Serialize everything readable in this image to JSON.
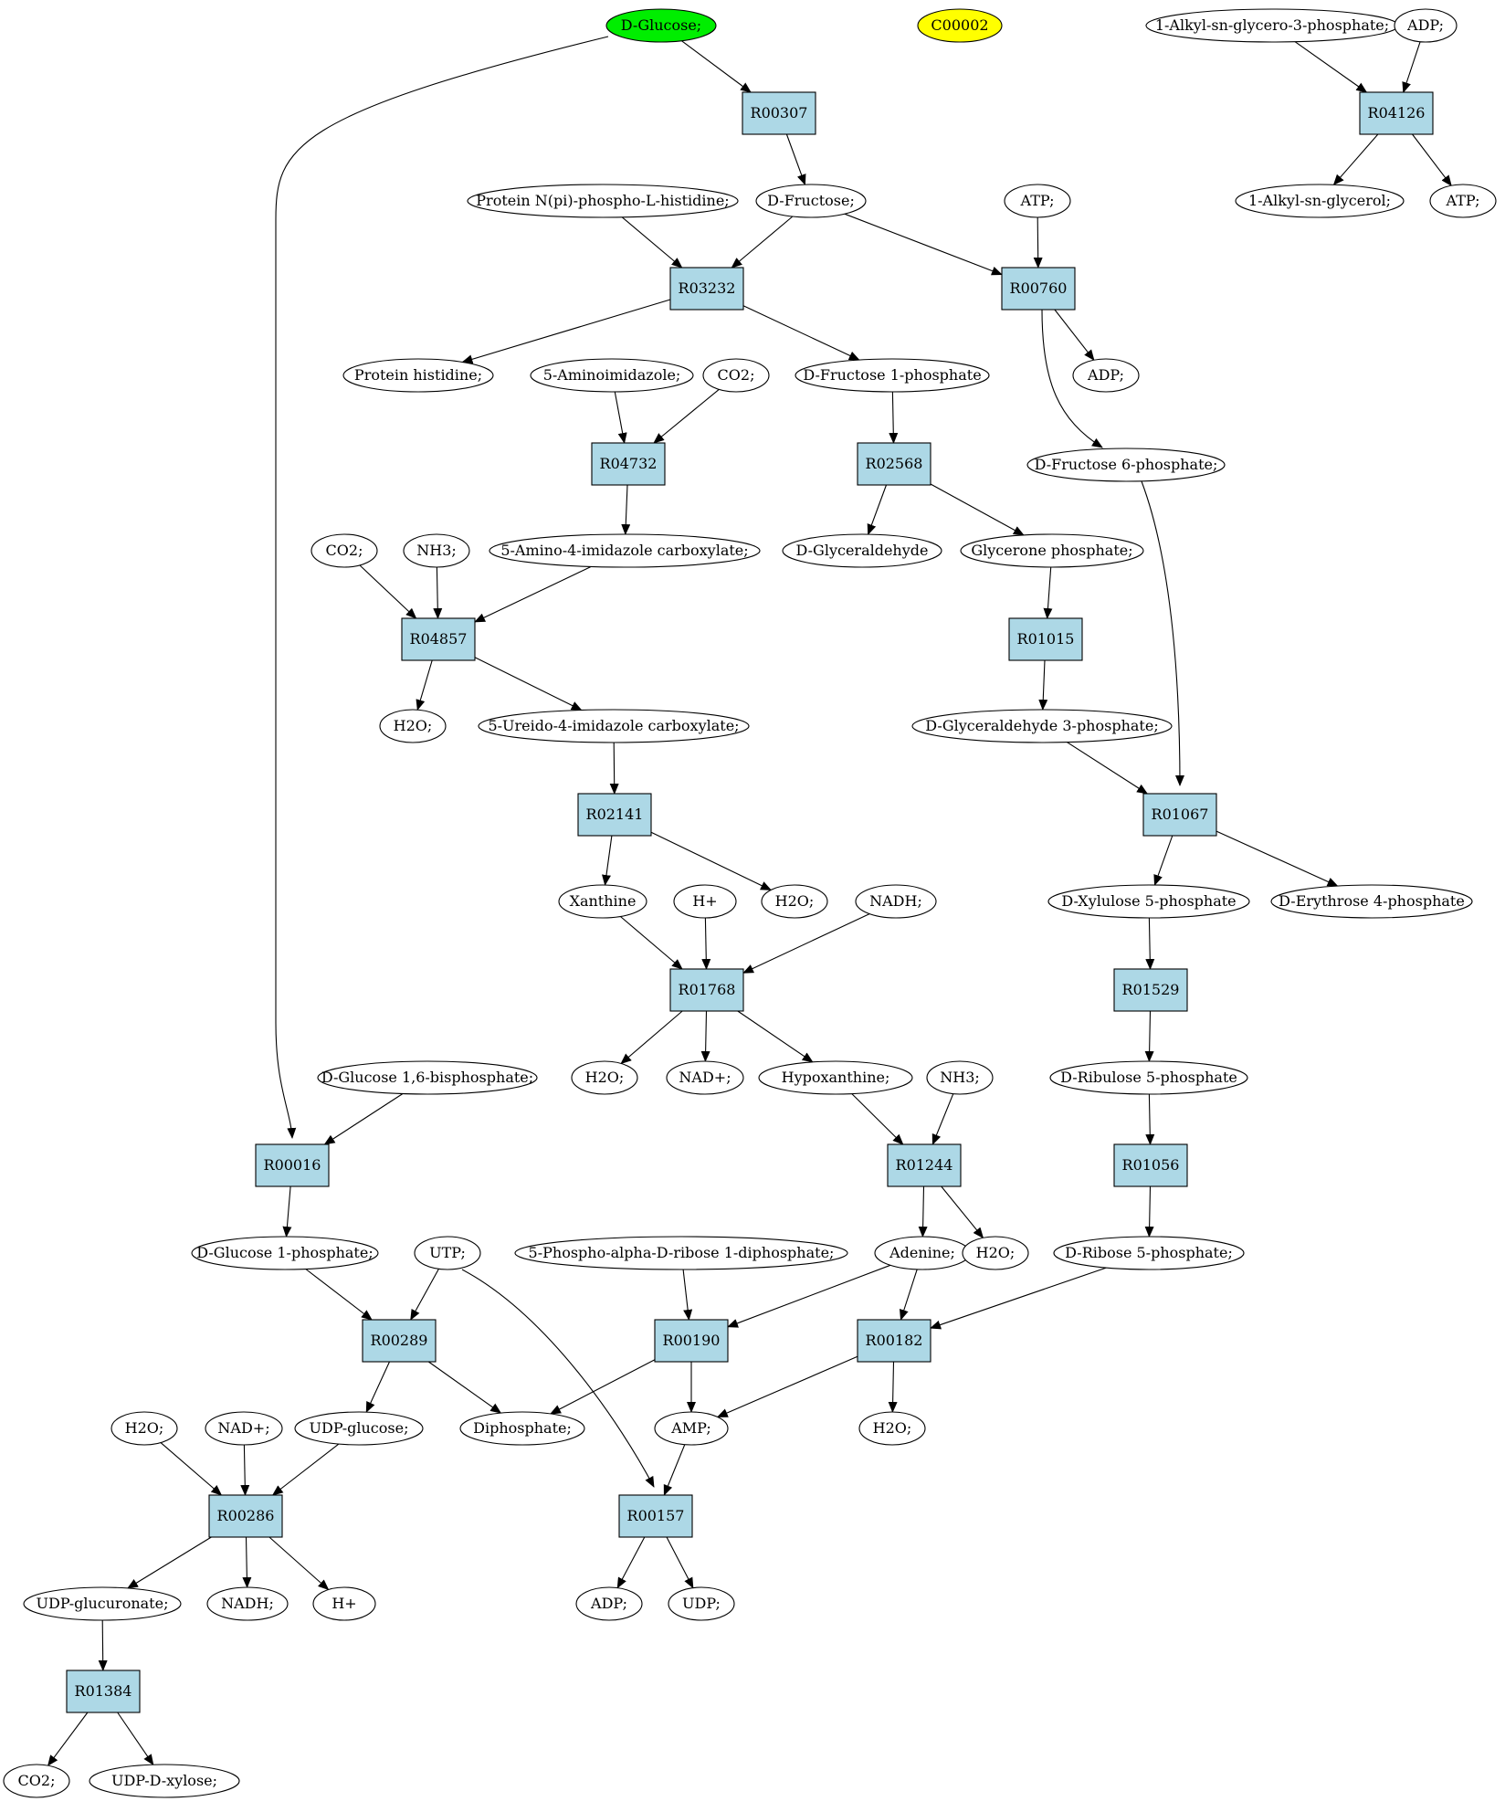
{
  "colors": {
    "highlight_compound": "#00ee00",
    "query_compound": "#ffff00",
    "reaction_fill": "#add8e6",
    "compound_fill": "#ffffff",
    "stroke": "#000000"
  },
  "compounds": [
    {
      "id": "c_dglucose",
      "label": "D-Glucose;",
      "style": "highlight"
    },
    {
      "id": "c_c00002",
      "label": "C00002",
      "style": "query"
    },
    {
      "id": "c_alkylsn",
      "label": "1-Alkyl-sn-glycero-3-phosphate;"
    },
    {
      "id": "c_adp_top",
      "label": "ADP;"
    },
    {
      "id": "c_protnpi",
      "label": "Protein N(pi)-phospho-L-histidine;"
    },
    {
      "id": "c_dfructose",
      "label": "D-Fructose;"
    },
    {
      "id": "c_atp_a",
      "label": "ATP;"
    },
    {
      "id": "c_alkylglycerol",
      "label": "1-Alkyl-sn-glycerol;"
    },
    {
      "id": "c_atp_b",
      "label": "ATP;"
    },
    {
      "id": "c_prothis",
      "label": "Protein histidine;"
    },
    {
      "id": "c_5aminoimid",
      "label": "5-Aminoimidazole;"
    },
    {
      "id": "c_co2_a",
      "label": "CO2;"
    },
    {
      "id": "c_dfru1p",
      "label": "D-Fructose 1-phosphate"
    },
    {
      "id": "c_adp_a",
      "label": "ADP;"
    },
    {
      "id": "c_dfru6p",
      "label": "D-Fructose 6-phosphate;"
    },
    {
      "id": "c_co2_b",
      "label": "CO2;"
    },
    {
      "id": "c_nh3_a",
      "label": "NH3;"
    },
    {
      "id": "c_5amino4",
      "label": "5-Amino-4-imidazole carboxylate;"
    },
    {
      "id": "c_dglyceraldehyde",
      "label": "D-Glyceraldehyde"
    },
    {
      "id": "c_glyceronep",
      "label": "Glycerone phosphate;"
    },
    {
      "id": "c_h2o_a",
      "label": "H2O;"
    },
    {
      "id": "c_5ureido",
      "label": "5-Ureido-4-imidazole carboxylate;"
    },
    {
      "id": "c_dgly3p",
      "label": "D-Glyceraldehyde 3-phosphate;"
    },
    {
      "id": "c_xanthine",
      "label": "Xanthine"
    },
    {
      "id": "c_hplus_a",
      "label": "H+"
    },
    {
      "id": "c_h2o_b",
      "label": "H2O;"
    },
    {
      "id": "c_nadh_a",
      "label": "NADH;"
    },
    {
      "id": "c_dxyl5p",
      "label": "D-Xylulose 5-phosphate"
    },
    {
      "id": "c_dery4p",
      "label": "D-Erythrose 4-phosphate"
    },
    {
      "id": "c_h2o_c",
      "label": "H2O;"
    },
    {
      "id": "c_nadplus_a",
      "label": "NAD+;"
    },
    {
      "id": "c_hypoxanthine",
      "label": "Hypoxanthine;"
    },
    {
      "id": "c_nh3_b",
      "label": "NH3;"
    },
    {
      "id": "c_dglc16bp",
      "label": "D-Glucose 1,6-bisphosphate;"
    },
    {
      "id": "c_dribu5p",
      "label": "D-Ribulose 5-phosphate"
    },
    {
      "id": "c_dglc1p",
      "label": "D-Glucose 1-phosphate;"
    },
    {
      "id": "c_utp",
      "label": "UTP;"
    },
    {
      "id": "c_prpp",
      "label": "5-Phospho-alpha-D-ribose 1-diphosphate;"
    },
    {
      "id": "c_adenine",
      "label": "Adenine;"
    },
    {
      "id": "c_h2o_d",
      "label": "H2O;"
    },
    {
      "id": "c_drib5p",
      "label": "D-Ribose 5-phosphate;"
    },
    {
      "id": "c_h2o_e",
      "label": "H2O;"
    },
    {
      "id": "c_nadplus_b",
      "label": "NAD+;"
    },
    {
      "id": "c_udpglucose",
      "label": "UDP-glucose;"
    },
    {
      "id": "c_diphosphate",
      "label": "Diphosphate;"
    },
    {
      "id": "c_amp",
      "label": "AMP;"
    },
    {
      "id": "c_h2o_f",
      "label": "H2O;"
    },
    {
      "id": "c_udpglucuronate",
      "label": "UDP-glucuronate;"
    },
    {
      "id": "c_nadh_b",
      "label": "NADH;"
    },
    {
      "id": "c_hplus_b",
      "label": "H+"
    },
    {
      "id": "c_adp_b",
      "label": "ADP;"
    },
    {
      "id": "c_udp",
      "label": "UDP;"
    },
    {
      "id": "c_co2_c",
      "label": "CO2;"
    },
    {
      "id": "c_udpxylose",
      "label": "UDP-D-xylose;"
    }
  ],
  "reactions": [
    {
      "id": "r_R00307",
      "label": "R00307"
    },
    {
      "id": "r_R04126",
      "label": "R04126"
    },
    {
      "id": "r_R03232",
      "label": "R03232"
    },
    {
      "id": "r_R00760",
      "label": "R00760"
    },
    {
      "id": "r_R04732",
      "label": "R04732"
    },
    {
      "id": "r_R02568",
      "label": "R02568"
    },
    {
      "id": "r_R04857",
      "label": "R04857"
    },
    {
      "id": "r_R01015",
      "label": "R01015"
    },
    {
      "id": "r_R02141",
      "label": "R02141"
    },
    {
      "id": "r_R01067",
      "label": "R01067"
    },
    {
      "id": "r_R01768",
      "label": "R01768"
    },
    {
      "id": "r_R01529",
      "label": "R01529"
    },
    {
      "id": "r_R00016",
      "label": "R00016"
    },
    {
      "id": "r_R01244",
      "label": "R01244"
    },
    {
      "id": "r_R01056",
      "label": "R01056"
    },
    {
      "id": "r_R00289",
      "label": "R00289"
    },
    {
      "id": "r_R00190",
      "label": "R00190"
    },
    {
      "id": "r_R00182",
      "label": "R00182"
    },
    {
      "id": "r_R00286",
      "label": "R00286"
    },
    {
      "id": "r_R00157",
      "label": "R00157"
    },
    {
      "id": "r_R01384",
      "label": "R01384"
    }
  ],
  "edges": [
    [
      "c_dglucose",
      "r_R00307"
    ],
    [
      "r_R00307",
      "c_dfructose"
    ],
    [
      "c_dglucose",
      "r_R00016"
    ],
    [
      "c_alkylsn",
      "r_R04126"
    ],
    [
      "c_adp_top",
      "r_R04126"
    ],
    [
      "r_R04126",
      "c_alkylglycerol"
    ],
    [
      "r_R04126",
      "c_atp_b"
    ],
    [
      "c_protnpi",
      "r_R03232"
    ],
    [
      "c_dfructose",
      "r_R03232"
    ],
    [
      "r_R03232",
      "c_prothis"
    ],
    [
      "r_R03232",
      "c_dfru1p"
    ],
    [
      "c_dfructose",
      "r_R00760"
    ],
    [
      "c_atp_a",
      "r_R00760"
    ],
    [
      "r_R00760",
      "c_adp_a"
    ],
    [
      "r_R00760",
      "c_dfru6p"
    ],
    [
      "c_5aminoimid",
      "r_R04732"
    ],
    [
      "c_co2_a",
      "r_R04732"
    ],
    [
      "r_R04732",
      "c_5amino4"
    ],
    [
      "c_dfru1p",
      "r_R02568"
    ],
    [
      "r_R02568",
      "c_dglyceraldehyde"
    ],
    [
      "r_R02568",
      "c_glyceronep"
    ],
    [
      "c_co2_b",
      "r_R04857"
    ],
    [
      "c_nh3_a",
      "r_R04857"
    ],
    [
      "c_5amino4",
      "r_R04857"
    ],
    [
      "r_R04857",
      "c_h2o_a"
    ],
    [
      "r_R04857",
      "c_5ureido"
    ],
    [
      "c_glyceronep",
      "r_R01015"
    ],
    [
      "r_R01015",
      "c_dgly3p"
    ],
    [
      "c_5ureido",
      "r_R02141"
    ],
    [
      "r_R02141",
      "c_xanthine"
    ],
    [
      "r_R02141",
      "c_h2o_b"
    ],
    [
      "c_dgly3p",
      "r_R01067"
    ],
    [
      "c_dfru6p",
      "r_R01067"
    ],
    [
      "r_R01067",
      "c_dxyl5p"
    ],
    [
      "r_R01067",
      "c_dery4p"
    ],
    [
      "c_xanthine",
      "r_R01768"
    ],
    [
      "c_hplus_a",
      "r_R01768"
    ],
    [
      "c_nadh_a",
      "r_R01768"
    ],
    [
      "r_R01768",
      "c_h2o_c"
    ],
    [
      "r_R01768",
      "c_nadplus_a"
    ],
    [
      "r_R01768",
      "c_hypoxanthine"
    ],
    [
      "c_dxyl5p",
      "r_R01529"
    ],
    [
      "r_R01529",
      "c_dribu5p"
    ],
    [
      "c_dglc16bp",
      "r_R00016"
    ],
    [
      "r_R00016",
      "c_dglc1p"
    ],
    [
      "c_hypoxanthine",
      "r_R01244"
    ],
    [
      "c_nh3_b",
      "r_R01244"
    ],
    [
      "r_R01244",
      "c_adenine"
    ],
    [
      "r_R01244",
      "c_h2o_d"
    ],
    [
      "c_dribu5p",
      "r_R01056"
    ],
    [
      "r_R01056",
      "c_drib5p"
    ],
    [
      "c_dglc1p",
      "r_R00289"
    ],
    [
      "c_utp",
      "r_R00289"
    ],
    [
      "r_R00289",
      "c_udpglucose"
    ],
    [
      "r_R00289",
      "c_diphosphate"
    ],
    [
      "c_prpp",
      "r_R00190"
    ],
    [
      "c_adenine",
      "r_R00190"
    ],
    [
      "r_R00190",
      "c_diphosphate"
    ],
    [
      "r_R00190",
      "c_amp"
    ],
    [
      "c_adenine",
      "r_R00182"
    ],
    [
      "c_drib5p",
      "r_R00182"
    ],
    [
      "r_R00182",
      "c_amp"
    ],
    [
      "r_R00182",
      "c_h2o_f"
    ],
    [
      "c_h2o_e",
      "r_R00286"
    ],
    [
      "c_nadplus_b",
      "r_R00286"
    ],
    [
      "c_udpglucose",
      "r_R00286"
    ],
    [
      "r_R00286",
      "c_udpglucuronate"
    ],
    [
      "r_R00286",
      "c_nadh_b"
    ],
    [
      "r_R00286",
      "c_hplus_b"
    ],
    [
      "c_amp",
      "r_R00157"
    ],
    [
      "c_utp",
      "r_R00157"
    ],
    [
      "r_R00157",
      "c_adp_b"
    ],
    [
      "r_R00157",
      "c_udp"
    ],
    [
      "c_udpglucuronate",
      "r_R01384"
    ],
    [
      "r_R01384",
      "c_co2_c"
    ],
    [
      "r_R01384",
      "c_udpxylose"
    ]
  ]
}
